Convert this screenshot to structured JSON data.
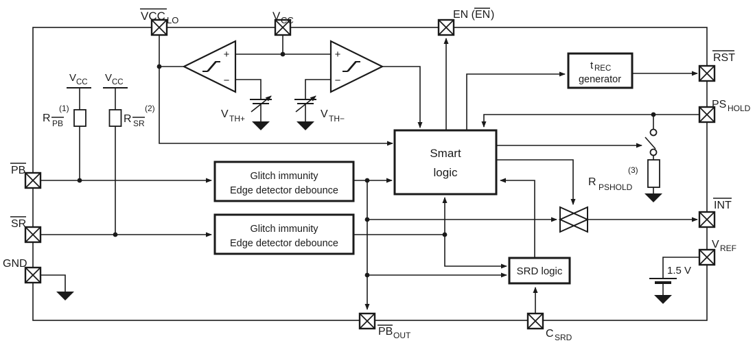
{
  "colors": {
    "line": "#1a1a1a",
    "background": "#ffffff"
  },
  "pins": {
    "vcclo": {
      "main": "VCC",
      "sub": "LO"
    },
    "vcc": {
      "main": "V",
      "sub": "CC"
    },
    "en": {
      "pre": "EN (",
      "bar": "EN",
      "post": ")"
    },
    "rst": {
      "label": "RST"
    },
    "pshold": {
      "main": "PS",
      "sub": "HOLD"
    },
    "int": {
      "label": "INT"
    },
    "vref": {
      "main": "V",
      "sub": "REF"
    },
    "pb": {
      "label": "PB"
    },
    "sr": {
      "label": "SR"
    },
    "gnd": {
      "label": "GND"
    },
    "pbout": {
      "main": "PB",
      "sub": "OUT"
    },
    "csrd": {
      "main": "C",
      "sub": "SRD"
    }
  },
  "blocks": {
    "smart": {
      "line1": "Smart",
      "line2": "logic"
    },
    "glitch1": {
      "line1": "Glitch immunity",
      "line2": "Edge detector debounce"
    },
    "glitch2": {
      "line1": "Glitch immunity",
      "line2": "Edge detector debounce"
    },
    "trec": {
      "main": "t",
      "sub": "REC",
      "line2": "generator"
    },
    "srd": {
      "label": "SRD logic"
    }
  },
  "components": {
    "rail1": {
      "main": "V",
      "sub": "CC"
    },
    "rail2": {
      "main": "V",
      "sub": "CC"
    },
    "rpb": {
      "main": "R",
      "sub": "PB",
      "note": "(1)"
    },
    "rsr": {
      "main": "R",
      "sub": "SR",
      "note": "(2)"
    },
    "rpshold": {
      "main": "R",
      "sub": "PSHOLD",
      "note": "(3)"
    },
    "vth_plus": {
      "main": "V",
      "sub": "TH+"
    },
    "vth_minus": {
      "main": "V",
      "sub": "TH−"
    },
    "battery": {
      "label": "1.5 V"
    },
    "comparator": {
      "plus": "+",
      "minus": "−"
    }
  }
}
